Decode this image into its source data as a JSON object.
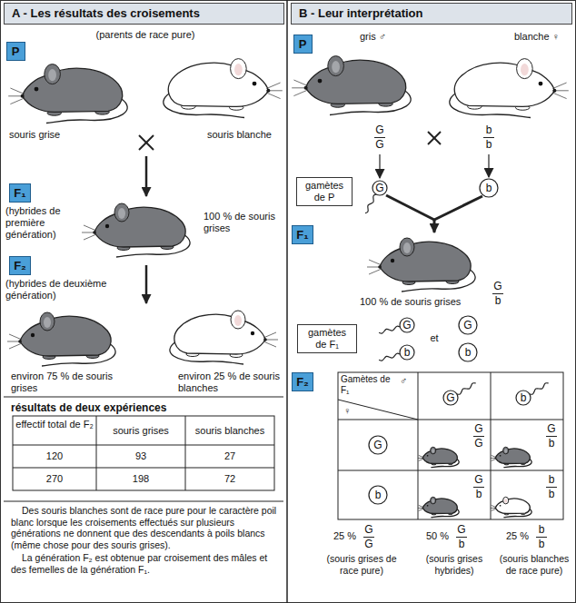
{
  "diagram": {
    "nodes": [
      {
        "text": [
          "A - Les résultats des croisements"
        ]
      },
      {
        "text": [
          "P"
        ]
      },
      {
        "text": [
          "F₁"
        ]
      },
      {
        "text": [
          "F₂"
        ]
      },
      {
        "text": [
          "B - Leur interprétation"
        ]
      },
      {
        "text": [
          "P"
        ]
      },
      {
        "text": [
          "gamètes de P"
        ]
      },
      {
        "text": [
          "G"
        ]
      },
      {
        "text": [
          "b"
        ]
      },
      {
        "text": [
          "F₁"
        ]
      },
      {
        "text": [
          "gamètes de F₁"
        ]
      },
      {
        "text": [
          "G"
        ]
      },
      {
        "text": [
          "b"
        ]
      },
      {
        "text": [
          "G"
        ]
      },
      {
        "text": [
          "b"
        ]
      },
      {
        "text": [
          "F₂"
        ]
      },
      {
        "text": [
          "G"
        ]
      },
      {
        "text": [
          "b"
        ]
      },
      {
        "text": [
          "G"
        ]
      },
      {
        "text": [
          "b"
        ]
      }
    ],
    "labels": [
      "(parents de race pure)",
      "souris grise",
      "souris blanche",
      "(hybrides de première génération)",
      "100 % de souris grises",
      "(hybrides de deuxième génération)",
      "environ 75 % de souris grises",
      "environ 25 % de souris blanches",
      "résultats de deux expériences",
      "effectif total de F₂",
      "souris grises",
      "souris blanches",
      "120",
      "93",
      "27",
      "270",
      "198",
      "72",
      "Des souris blanches sont de race pure pour le caractère poil blanc lorsque les croisements effectués sur plusieurs générations ne donnent que des descendants à poils blancs (même chose pour des souris grises).",
      "La génération F₂ est obtenue par croisement des mâles et des femelles de la génération F₁.",
      "gris ♂",
      "blanche ♀",
      "G",
      "G",
      "b",
      "b",
      "100 % de souris grises",
      "G",
      "b",
      "et",
      "Gamètes de F₁",
      "♂",
      "♀",
      "G",
      "G",
      "G",
      "b",
      "G",
      "b",
      "b",
      "b",
      "25 %",
      "G",
      "G",
      "(souris grises de race pure)",
      "50 %",
      "G",
      "b",
      "(souris grises hybrides)",
      "25 %",
      "b",
      "b",
      "(souris blanches de race pure)"
    ]
  }
}
